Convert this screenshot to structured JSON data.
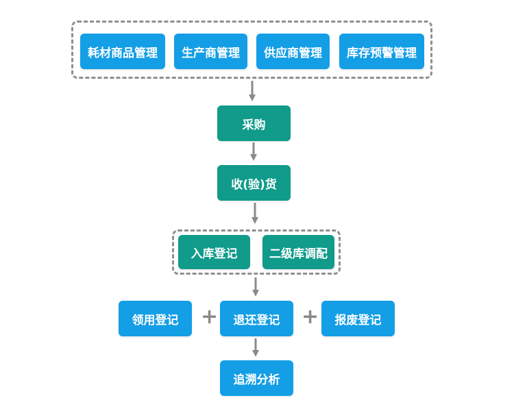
{
  "top_group": {
    "items": [
      "耗材商品管理",
      "生产商管理",
      "供应商管理",
      "库存预警管理"
    ]
  },
  "steps": {
    "purchase": "采购",
    "receive": "收(验)货"
  },
  "storage_group": {
    "items": [
      "入库登记",
      "二级库调配"
    ]
  },
  "usage_row": {
    "left": "领用登记",
    "center": "退还登记",
    "right": "报废登记",
    "plus": "+"
  },
  "final": "追溯分析",
  "colors": {
    "blue": "#149ee6",
    "teal": "#109b8a",
    "arrow": "#8a8a8a",
    "dash": "#8f8f8f"
  }
}
